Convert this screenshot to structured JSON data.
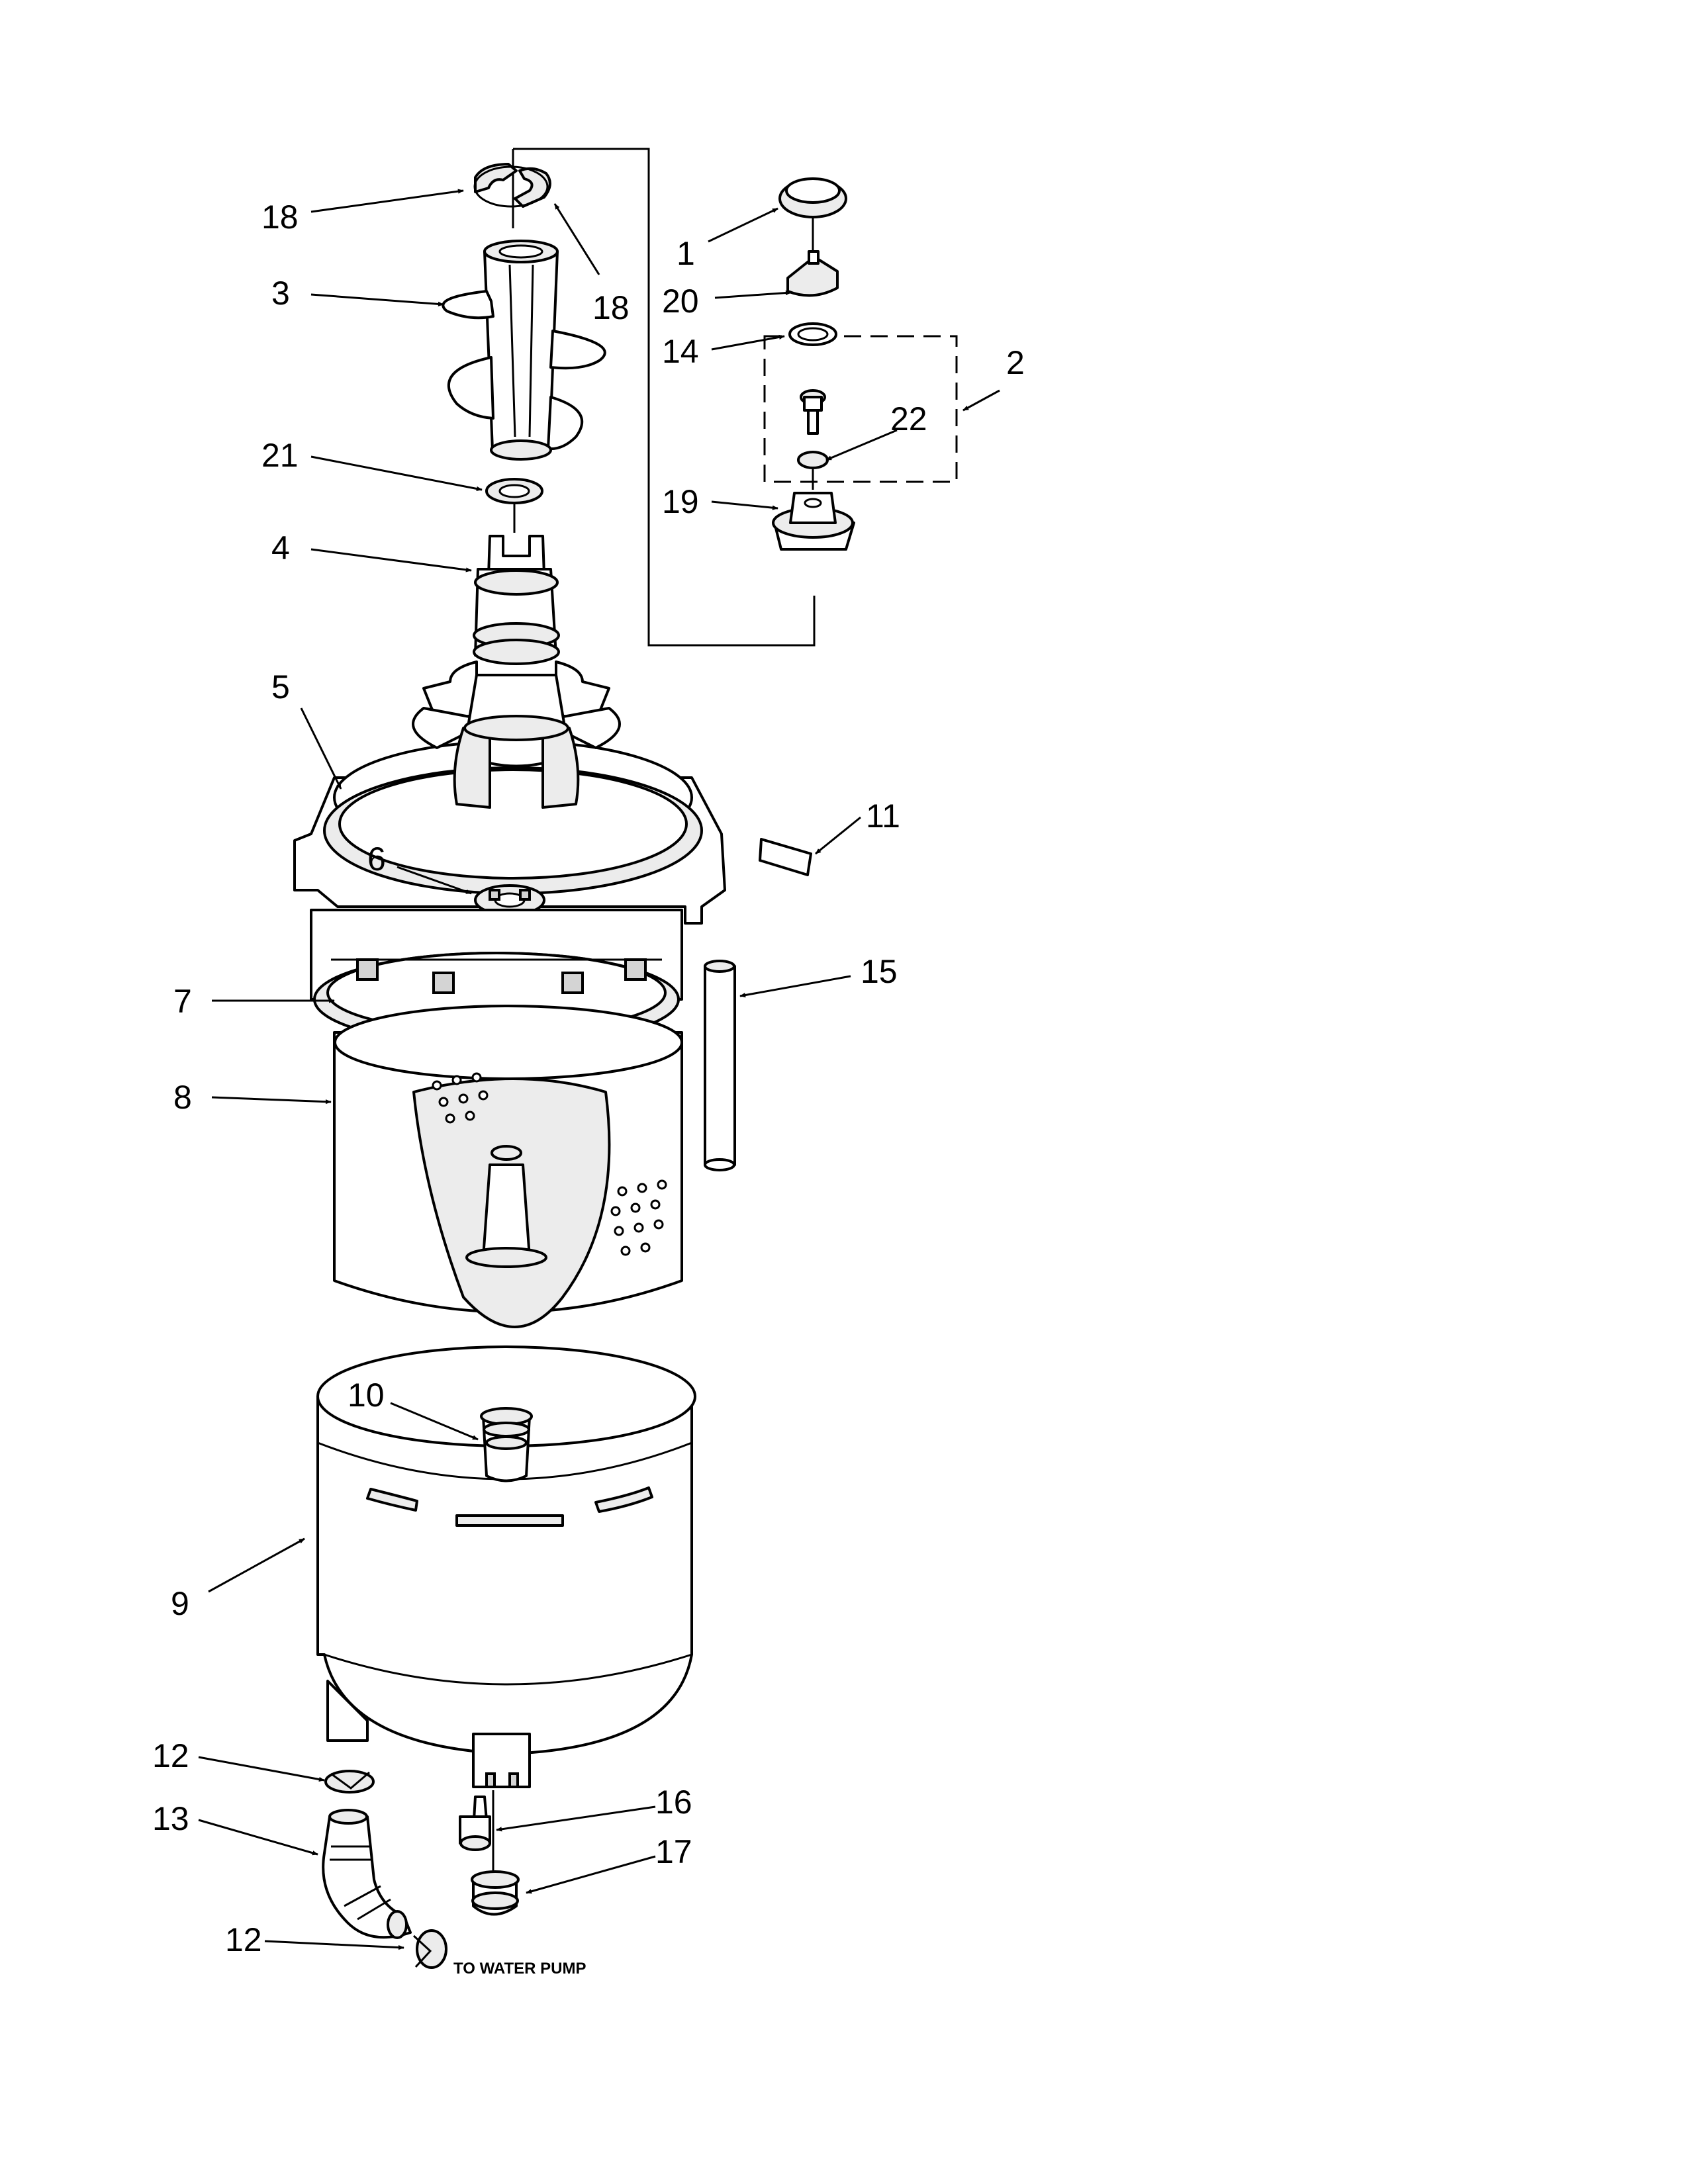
{
  "diagram": {
    "callouts": [
      "1",
      "2",
      "3",
      "4",
      "5",
      "6",
      "7",
      "8",
      "9",
      "10",
      "11",
      "12",
      "13",
      "14",
      "15",
      "16",
      "17",
      "18",
      "19",
      "20",
      "21",
      "22"
    ],
    "note_to_water_pump": "TO WATER PUMP"
  }
}
